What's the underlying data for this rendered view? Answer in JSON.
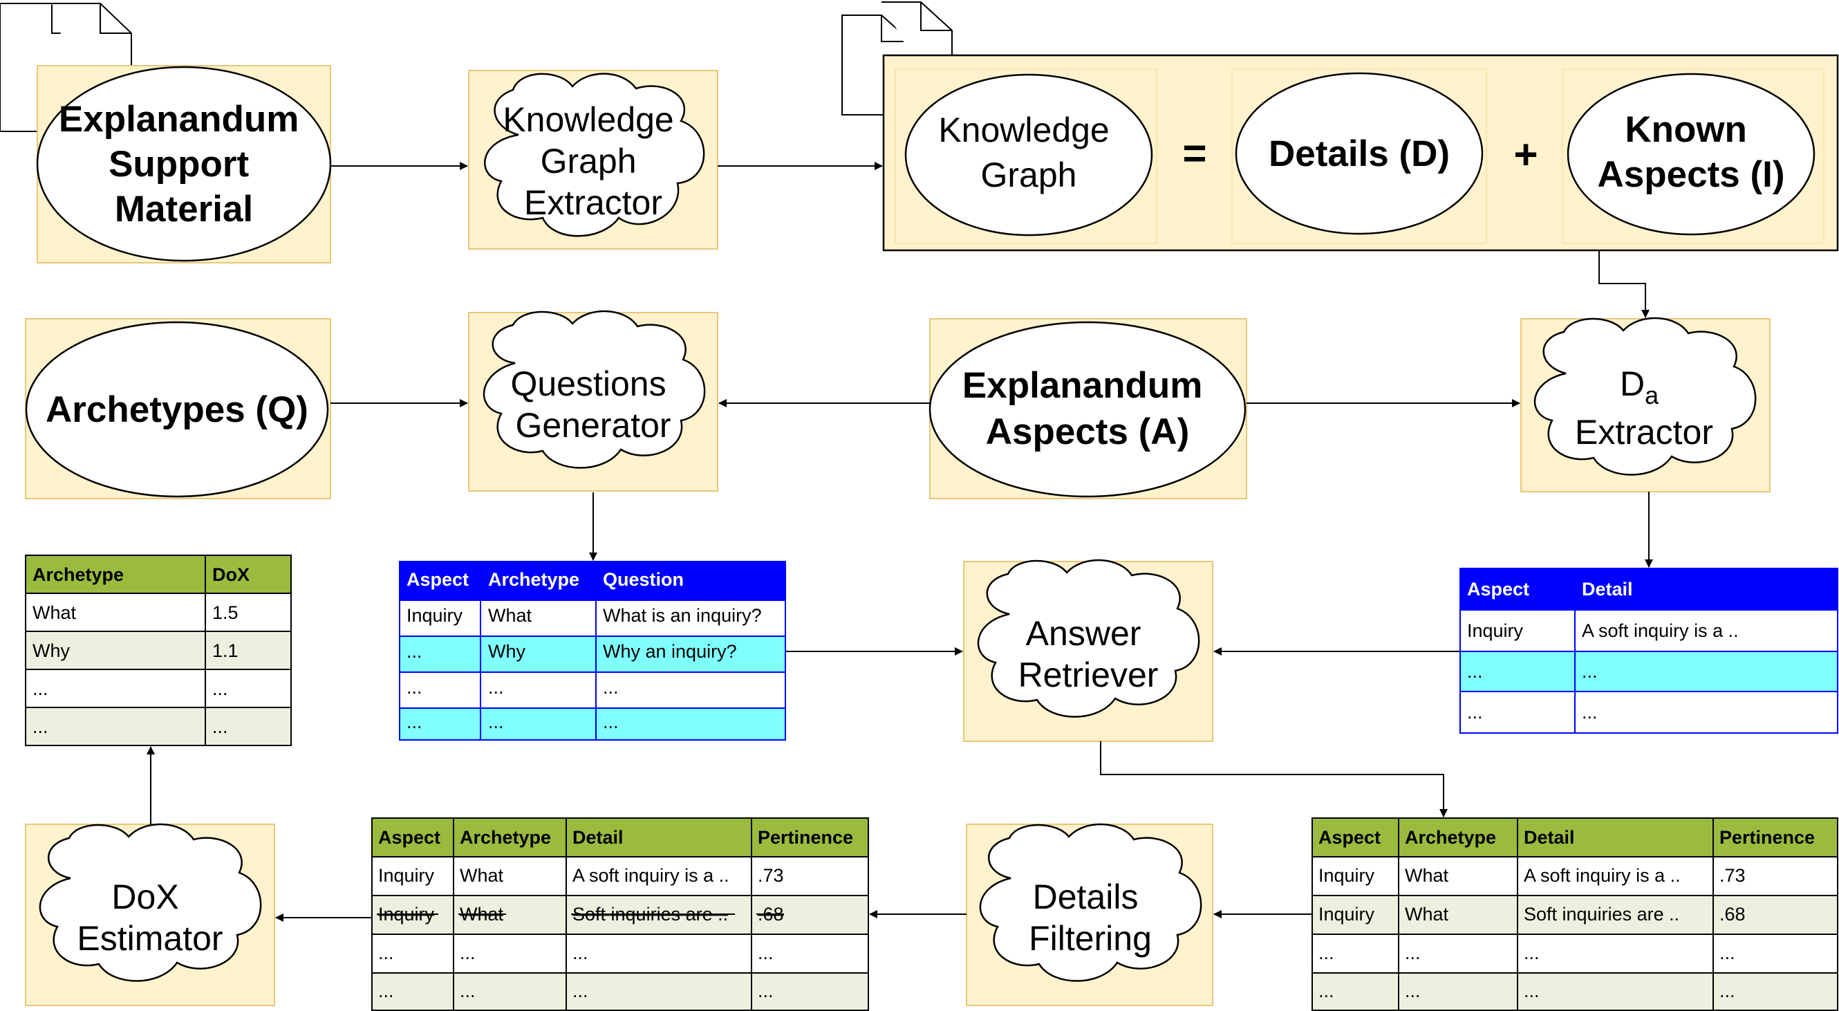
{
  "nodes": {
    "support_material": [
      "Explanandum",
      "Support",
      "Material"
    ],
    "kg_extractor": [
      "Knowledge",
      "Graph",
      "Extractor"
    ],
    "knowledge_graph": [
      "Knowledge",
      "Graph"
    ],
    "equals": "=",
    "details": "Details (D)",
    "plus": "+",
    "known_aspects": [
      "Known",
      "Aspects (I)"
    ],
    "archetypes": "Archetypes (Q)",
    "questions_generator": [
      "Questions",
      "Generator"
    ],
    "explanandum_aspects": [
      "Explanandum",
      "Aspects (A)"
    ],
    "da_extractor": {
      "d": "D",
      "sub": "a",
      "second": "Extractor"
    },
    "answer_retriever": [
      "Answer",
      "Retriever"
    ],
    "details_filtering": [
      "Details",
      "Filtering"
    ],
    "dox_estimator": [
      "DoX",
      "Estimator"
    ]
  },
  "tables": {
    "dox": {
      "headers": [
        "Archetype",
        "DoX"
      ],
      "rows": [
        [
          "What",
          "1.5"
        ],
        [
          "Why",
          "1.1"
        ],
        [
          "...",
          "..."
        ],
        [
          "...",
          "..."
        ]
      ]
    },
    "questions": {
      "headers": [
        "Aspect",
        "Archetype",
        "Question"
      ],
      "rows": [
        [
          "Inquiry",
          "What",
          "What is an inquiry?"
        ],
        [
          "...",
          "Why",
          "Why an inquiry?"
        ],
        [
          "...",
          "...",
          "..."
        ],
        [
          "...",
          "...",
          "..."
        ]
      ]
    },
    "aspect_detail": {
      "headers": [
        "Aspect",
        "Detail"
      ],
      "rows": [
        [
          "Inquiry",
          "A soft inquiry is a .."
        ],
        [
          "...",
          "..."
        ],
        [
          "...",
          "..."
        ]
      ]
    },
    "filtered": {
      "headers": [
        "Aspect",
        "Archetype",
        "Detail",
        "Pertinence"
      ],
      "rows": [
        [
          "Inquiry",
          "What",
          "A soft inquiry is a ..",
          ".73"
        ],
        [
          "Inquiry",
          "What",
          "Soft inquiries are ..",
          ".68"
        ],
        [
          "...",
          "...",
          "...",
          "..."
        ],
        [
          "...",
          "...",
          "...",
          "..."
        ]
      ],
      "struck_rows": [
        1
      ]
    },
    "retrieved": {
      "headers": [
        "Aspect",
        "Archetype",
        "Detail",
        "Pertinence"
      ],
      "rows": [
        [
          "Inquiry",
          "What",
          "A soft inquiry is a ..",
          ".73"
        ],
        [
          "Inquiry",
          "What",
          "Soft inquiries are ..",
          ".68"
        ],
        [
          "...",
          "...",
          "...",
          "..."
        ],
        [
          "...",
          "...",
          "...",
          "..."
        ]
      ]
    }
  },
  "colors": {
    "box_fill": "#fff2cc",
    "box_stroke": "#e8c77a",
    "green_header": "#9bbb3f",
    "green_row": "#ebf1de",
    "blue_header": "#0000ff",
    "cyan_row": "#80ffff",
    "stroke": "#000000"
  }
}
